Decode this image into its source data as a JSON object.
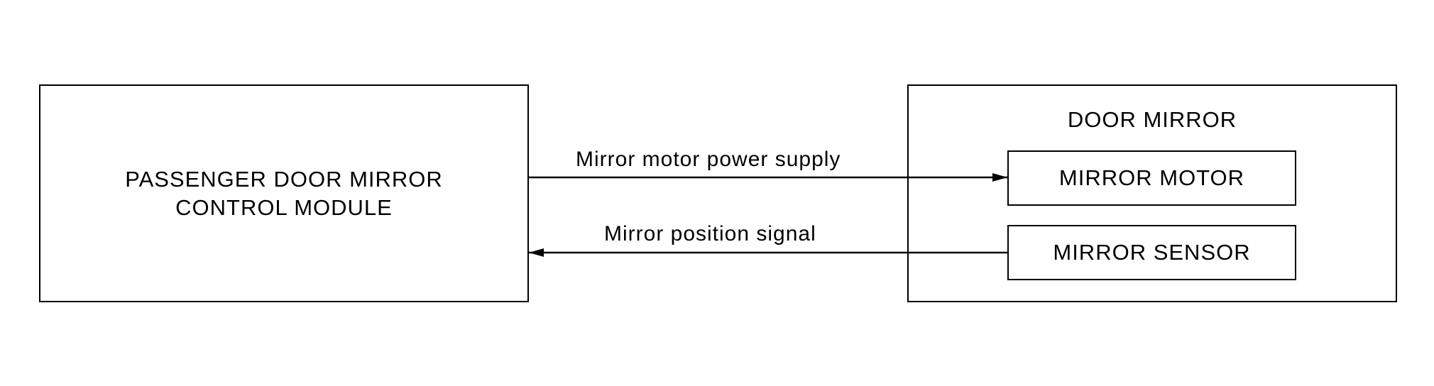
{
  "module": {
    "line1": "PASSENGER DOOR MIRROR",
    "line2": "CONTROL MODULE"
  },
  "door_mirror": {
    "title": "DOOR MIRROR",
    "motor_label": "MIRROR MOTOR",
    "sensor_label": "MIRROR SENSOR"
  },
  "signals": {
    "power_supply": "Mirror motor power supply",
    "position_signal": "Mirror position signal"
  },
  "colors": {
    "line": "#000000",
    "background": "#ffffff"
  }
}
